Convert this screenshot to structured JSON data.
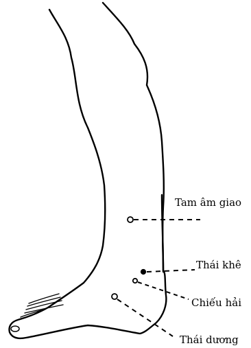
{
  "figure": {
    "subject": "lower leg and foot, inner side view",
    "acupoints": [
      {
        "id": "tam-am-giao",
        "label": "Tam âm giao",
        "marker": "open"
      },
      {
        "id": "thai-khe",
        "label": "Thái khê",
        "marker": "solid"
      },
      {
        "id": "chieu-hai",
        "label": "Chiếu hải",
        "marker": "open"
      },
      {
        "id": "thai-duong",
        "label": "Thái dương",
        "marker": "open"
      }
    ],
    "colors": {
      "line": "#000000",
      "background": "#ffffff"
    }
  }
}
